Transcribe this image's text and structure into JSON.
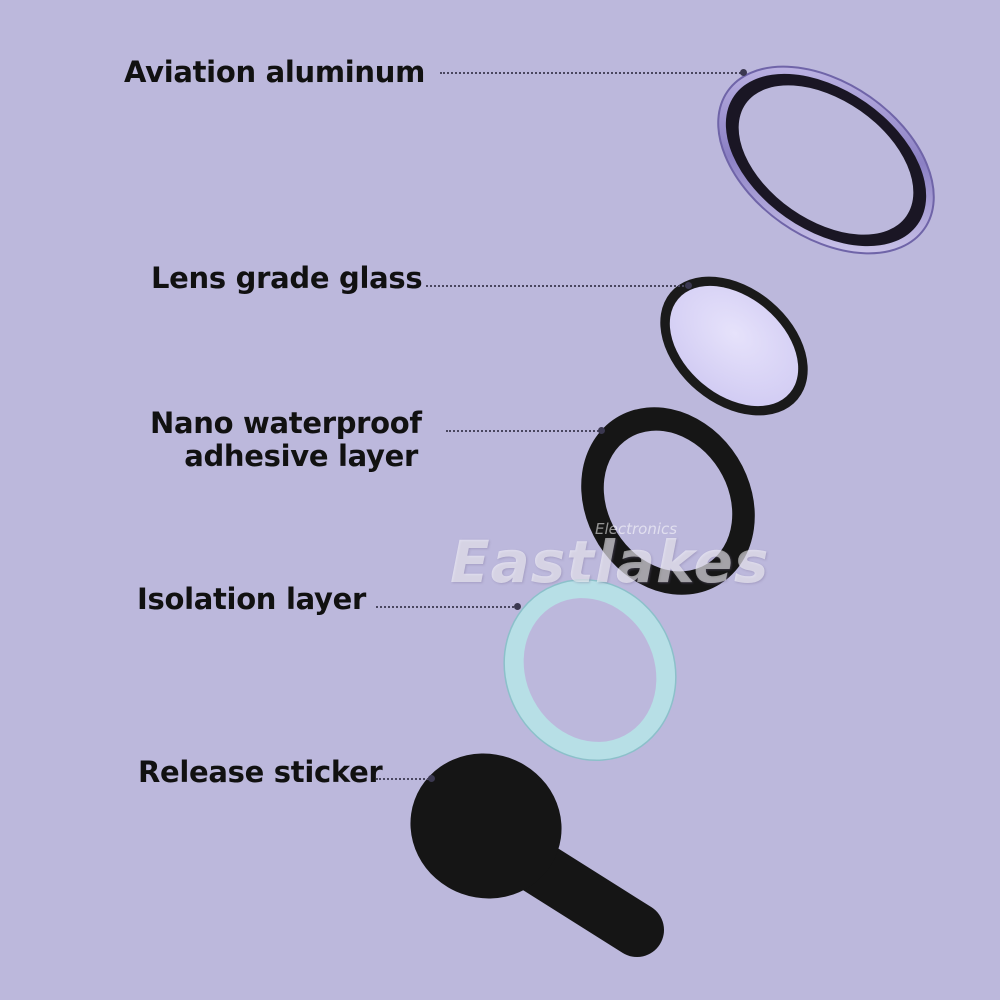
{
  "labels": {
    "aviation": "Aviation aluminum",
    "glass": "Lens grade glass",
    "adhesive_line1": "Nano waterproof",
    "adhesive_line2": "adhesive layer",
    "isolation": "Isolation layer",
    "release": "Release sticker"
  },
  "watermark": {
    "brand": "Eastlakes",
    "sub": "Electronics"
  },
  "colors": {
    "background": "#bcb8dc",
    "aluminum_ring": "#9d92cf",
    "glass_tint": "#d9d4f6",
    "isolation_ring": "#b7dfe6",
    "dark_layer": "#161616"
  }
}
